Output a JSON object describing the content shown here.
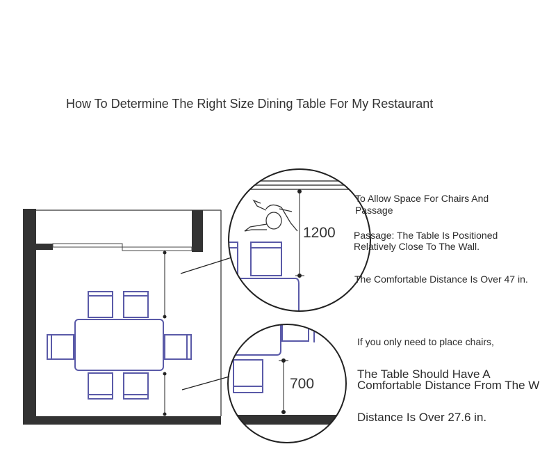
{
  "title": "How To Determine The Right Size Dining Table For My Restaurant",
  "callout_top": {
    "dimension": "1200",
    "line1": "To Allow Space For Chairs And",
    "line2": "Passage",
    "line3": "Passage: The Table Is Positioned",
    "line4": "Relatively Close To The Wall.",
    "line5": "The Comfortable Distance Is Over 47 in."
  },
  "callout_bottom": {
    "dimension": "700",
    "line1": "If you only need to place chairs,",
    "line2": "The Table Should Have A",
    "line3": "Comfortable Distance From The W",
    "line4": "Distance Is Over 27.6 in."
  },
  "colors": {
    "wall": "#333333",
    "furniture": "#5a5aa8",
    "line": "#222222"
  }
}
